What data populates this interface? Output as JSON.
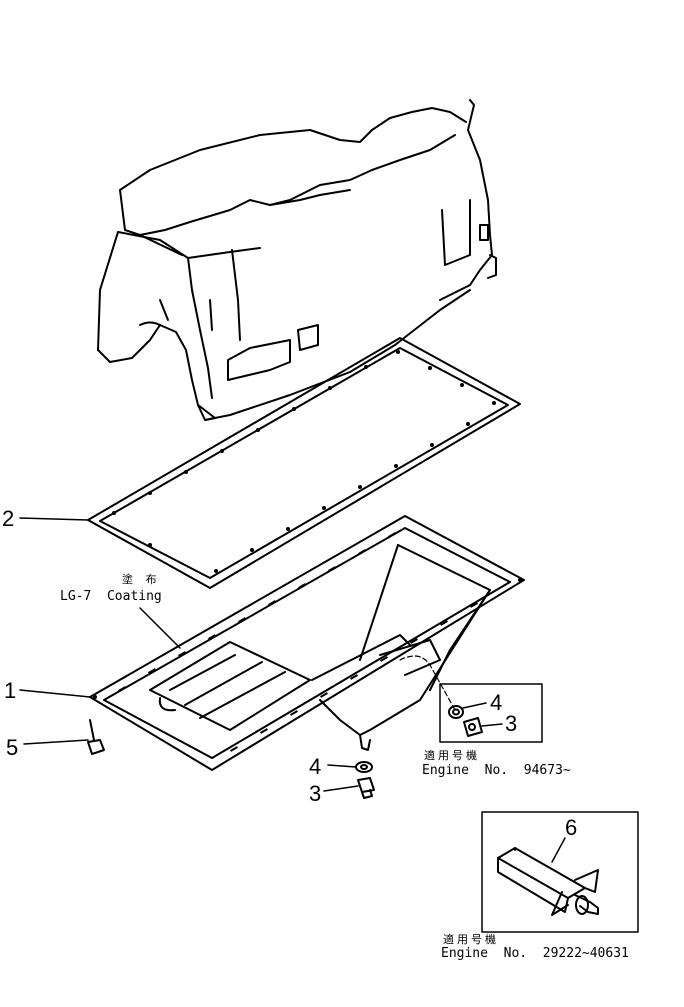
{
  "callouts": {
    "gasket": "2",
    "oil_pan": "1",
    "bolt": "5",
    "washer_lower": "4",
    "plug_lower": "3",
    "washer_inset": "4",
    "plug_inset": "3",
    "tool_inset": "6"
  },
  "coating_note": {
    "jp": "塗 布",
    "en_material": "LG-7",
    "en_word": "Coating"
  },
  "applicability_1": {
    "jp": "適用号機",
    "label": "Engine",
    "abbr": "No.",
    "serial": "94673~"
  },
  "applicability_2": {
    "jp": "適用号機",
    "label": "Engine",
    "abbr": "No.",
    "serial": "29222~40631"
  },
  "colors": {
    "line": "#000000",
    "background": "#ffffff"
  }
}
